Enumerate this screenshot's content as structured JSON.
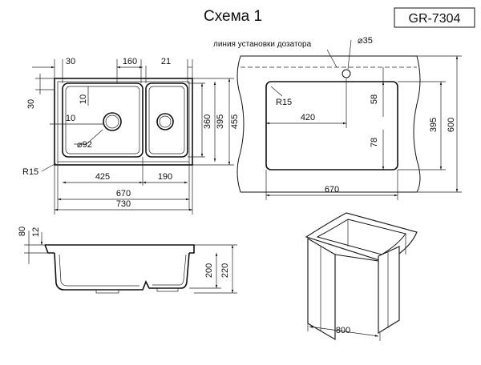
{
  "header": {
    "scheme_title": "Схема 1",
    "model_code": "GR-7304"
  },
  "top_view": {
    "dims": {
      "left_margin": "30",
      "main_to_small": "160",
      "small_to_edge": "21",
      "top_margin": "30",
      "main_top": "10",
      "main_side": "10",
      "drain": "⌀92",
      "corner": "R15",
      "main_width": "425",
      "small_width": "190",
      "inner_width": "670",
      "outer_width": "730",
      "bowl_depth": "360",
      "inner_depth": "395",
      "outer_depth": "455"
    }
  },
  "cutout_view": {
    "dispenser_note": "линия установки дозатора",
    "dims": {
      "hole": "⌀35",
      "corner": "R15",
      "offset_x": "420",
      "offset_top": "58",
      "offset_bottom": "78",
      "cutout_width": "670",
      "cutout_depth": "395",
      "counter_depth": "600"
    }
  },
  "side_view": {
    "dims": {
      "rim": "80",
      "lip": "12",
      "bowl_height": "200",
      "total_height": "220"
    }
  },
  "cabinet_view": {
    "dims": {
      "cabinet_width": "800"
    }
  }
}
